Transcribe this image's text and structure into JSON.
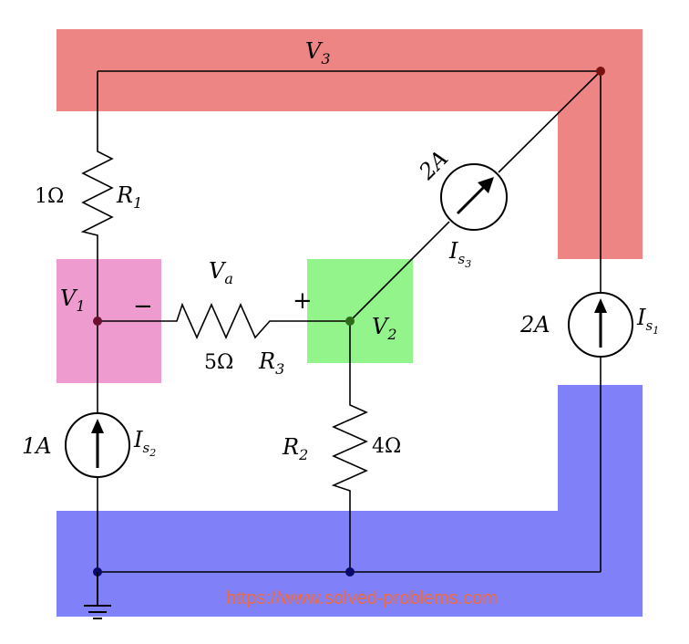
{
  "colors": {
    "v3_region": "#ee8585",
    "gnd_region": "#8080f8",
    "v1_region": "#ee9ccf",
    "v2_region": "#94f48c",
    "v3_node": "#7a1010",
    "v1_node": "#6a1030",
    "v2_node": "#2d6a1a",
    "gnd_node": "#0a0a6a",
    "watermark": "#f06a3a"
  },
  "nodes": {
    "v3": {
      "label": "V",
      "sub": "3"
    },
    "v1": {
      "label": "V",
      "sub": "1"
    },
    "v2": {
      "label": "V",
      "sub": "2"
    }
  },
  "r1": {
    "value": "1Ω",
    "name": "R",
    "sub": "1"
  },
  "r3": {
    "value": "5Ω",
    "name": "R",
    "sub": "3"
  },
  "r2": {
    "value": "4Ω",
    "name": "R",
    "sub": "2"
  },
  "va": {
    "name": "V",
    "sub": "a",
    "minus": "−",
    "plus": "+"
  },
  "is1": {
    "value": "2A",
    "name": "I",
    "sub": "s",
    "subsub": "1"
  },
  "is2": {
    "value": "1A",
    "name": "I",
    "sub": "s",
    "subsub": "2"
  },
  "is3": {
    "value": "2A",
    "name": "I",
    "sub": "s",
    "subsub": "3"
  },
  "watermark": "https://www.solved-problems.com",
  "icons": [
    "arrow-icon",
    "ground-icon",
    "resistor-icon"
  ]
}
